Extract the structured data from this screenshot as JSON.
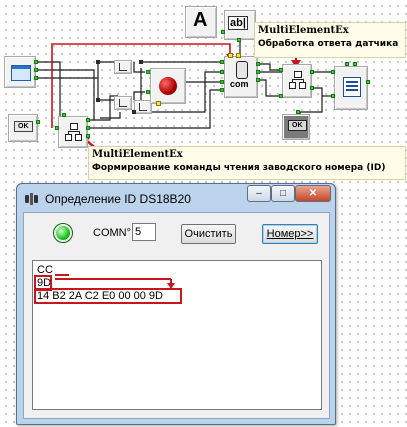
{
  "canvas": {
    "label_element_glyph": "A",
    "edit_element_glyph": "ab|",
    "com_label": "com",
    "ok_button_left": "OK",
    "ok_button_right": "OK"
  },
  "annotations": {
    "top": {
      "title": "MultiElementEx",
      "subtitle": "Обработка ответа датчика"
    },
    "bottom": {
      "title": "MultiElementEx",
      "subtitle": "Формирование команды чтения заводского номера (ID)"
    }
  },
  "dialog": {
    "title": "Определение ID DS18B20",
    "minimize_glyph": "–",
    "maximize_glyph": "□",
    "close_glyph": "✕",
    "status_led_color": "#1fc21f",
    "com_label": "COMN°",
    "com_value": "5",
    "clear_button": "Очистить",
    "number_button": "Номер>>",
    "memo_lines": [
      "CC",
      "9D",
      "14 B2 2A C2 E0 00 00 9D"
    ]
  },
  "colors": {
    "wire": "#1a1a1a",
    "wire_highlight": "#c8161c",
    "accent_pin": "#2bd32b"
  }
}
